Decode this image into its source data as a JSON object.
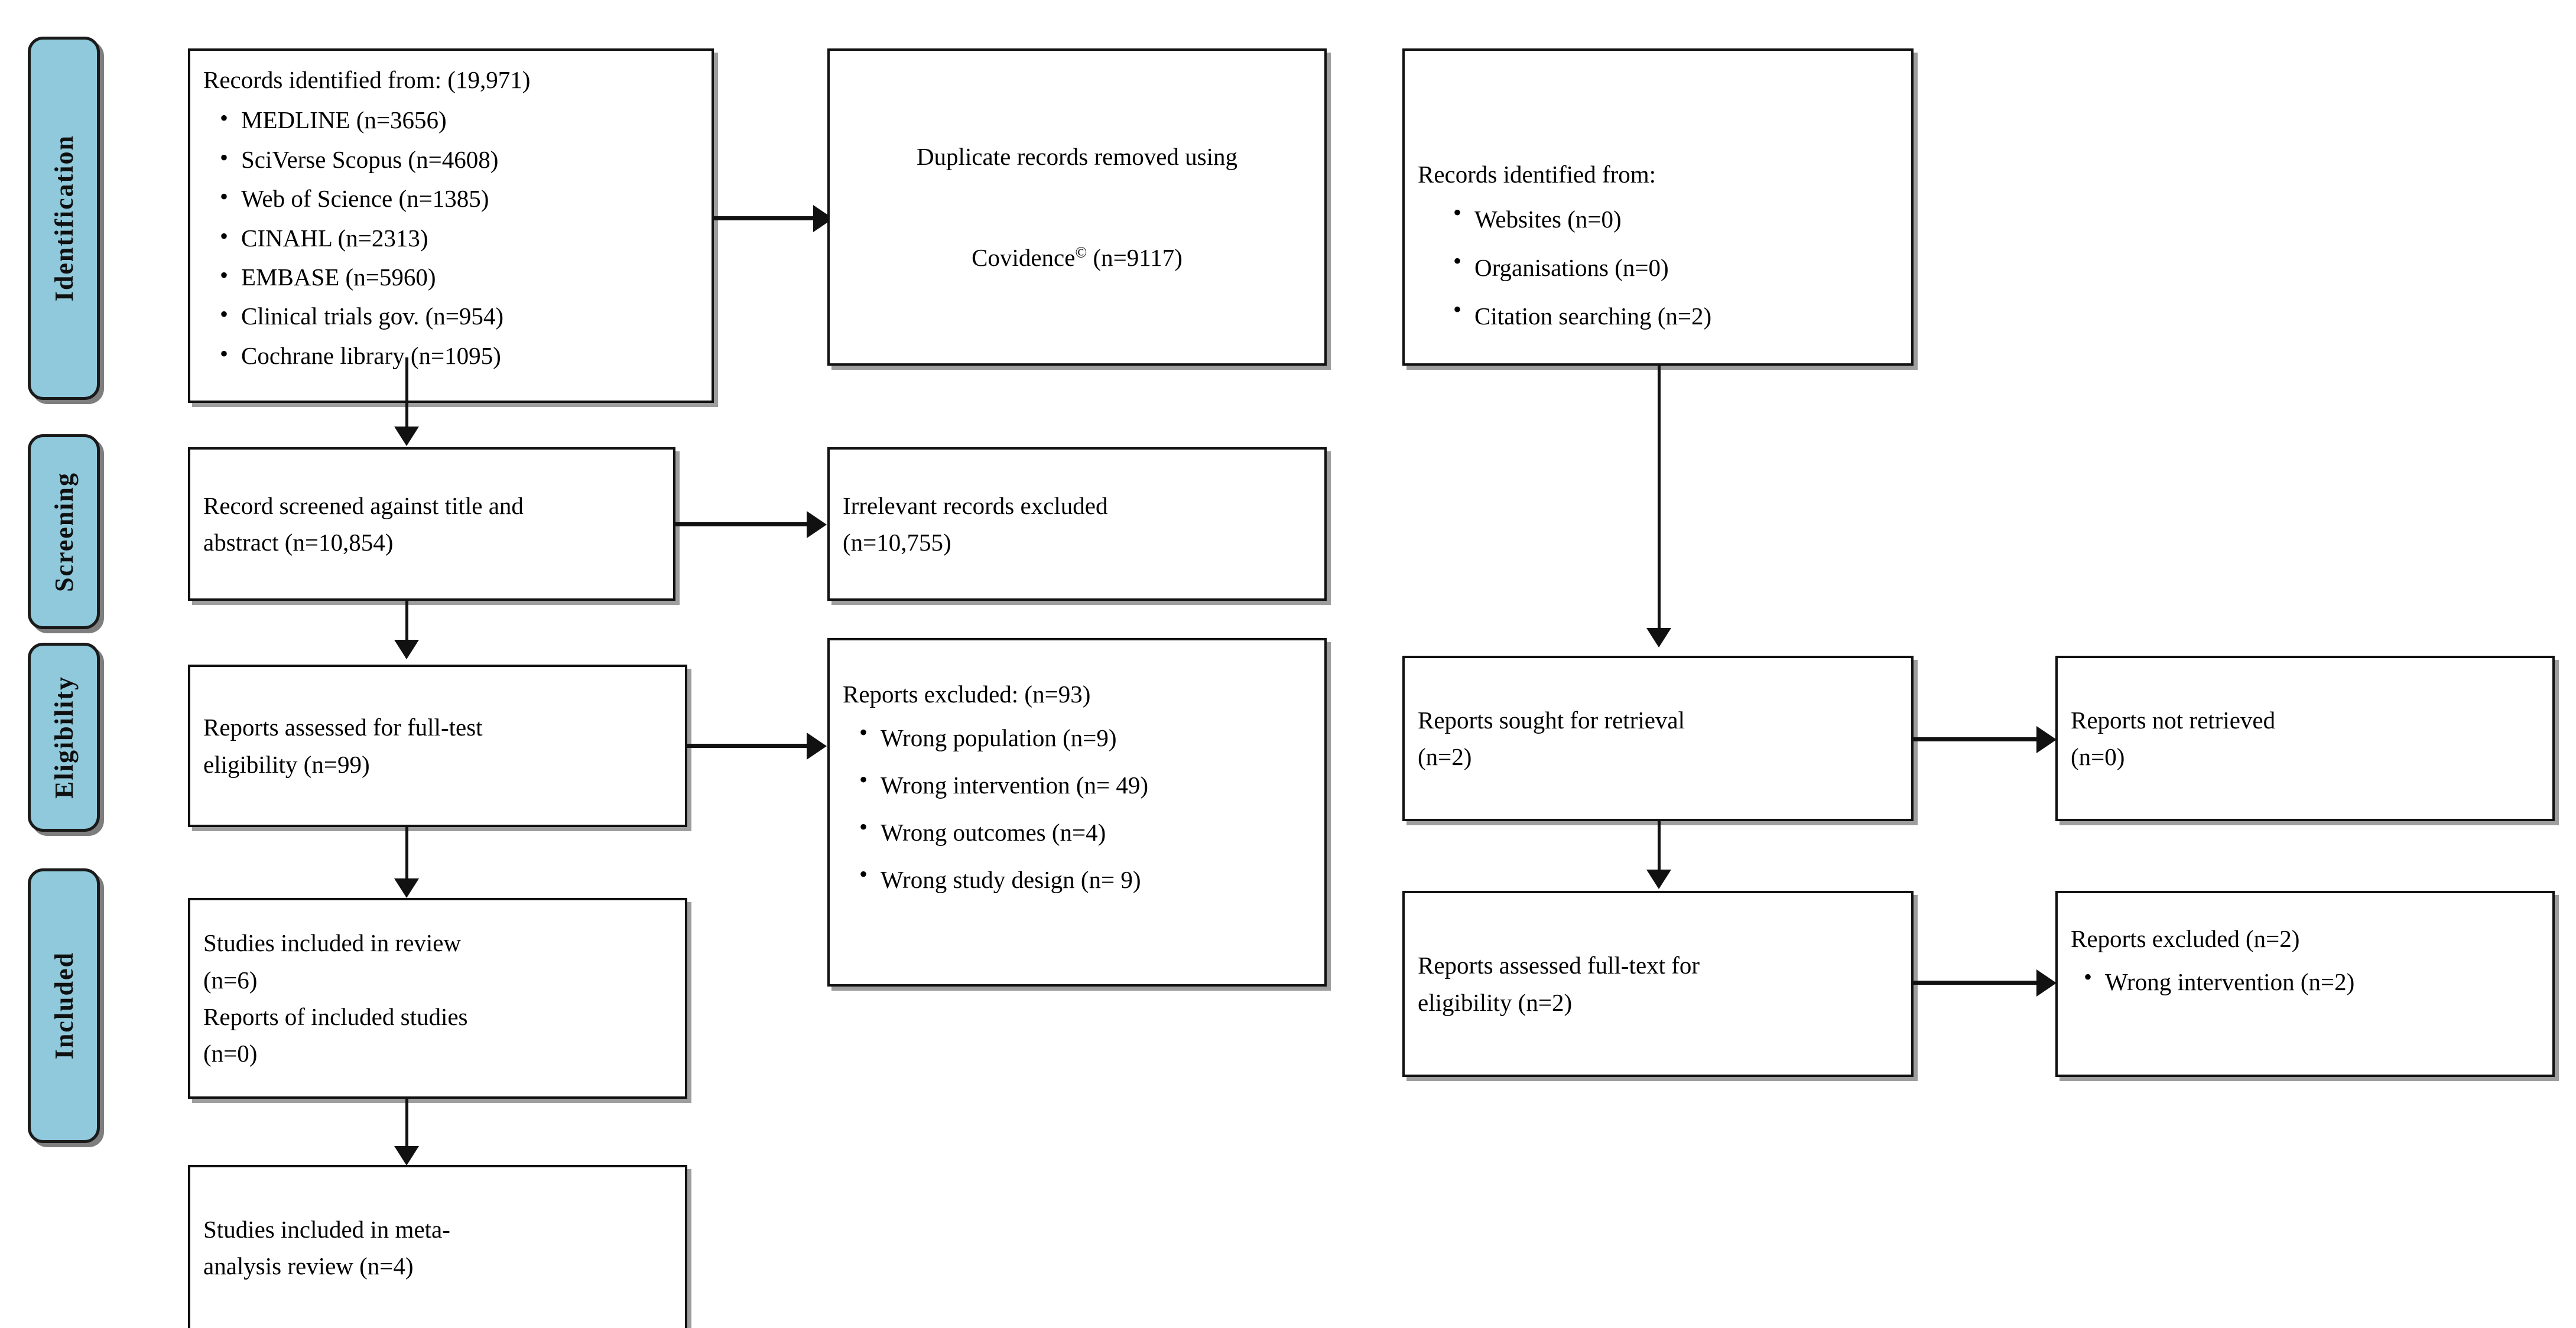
{
  "diagram": {
    "title": "PRISMA 2020 flow diagram",
    "accent_color": "#8FC9DB",
    "line_color": "#111111",
    "background": "#FFFFFF"
  },
  "stages": [
    {
      "id": "identification",
      "label": "Identification"
    },
    {
      "id": "screening",
      "label": "Screening"
    },
    {
      "id": "eligibility",
      "label": "Eligibility"
    },
    {
      "id": "included",
      "label": "Included"
    }
  ],
  "boxes": {
    "records_identified_databases": {
      "title": "Records identified from: (19,971)",
      "items": [
        "MEDLINE (n=3656)",
        "SciVerse Scopus (n=4608)",
        "Web of Science (n=1385)",
        "CINAHL (n=2313)",
        "EMBASE (n=5960)",
        "Clinical trials gov. (n=954)",
        "Cochrane library (n=1095)"
      ]
    },
    "duplicates_removed": {
      "line1": "Duplicate records removed using",
      "line2_prefix": "Covidence",
      "line2_sup": "©",
      "line2_suffix": " (n=9117)"
    },
    "records_identified_other": {
      "title": "Records identified from:",
      "items": [
        "Websites (n=0)",
        "Organisations (n=0)",
        "Citation searching (n=2)"
      ]
    },
    "records_screened": {
      "text": "Record screened against title and\nabstract (n=10,854)"
    },
    "irrelevant_excluded": {
      "text": "Irrelevant records excluded\n(n=10,755)"
    },
    "reports_assessed_eligibility": {
      "text": "Reports assessed for full-test\neligibility  (n=99)"
    },
    "reports_excluded": {
      "title": "Reports excluded:  (n=93)",
      "items": [
        "Wrong population (n=9)",
        "Wrong intervention (n= 49)",
        "Wrong outcomes (n=4)",
        "Wrong study design (n= 9)"
      ]
    },
    "studies_included_review": {
      "text": "Studies included in review\n(n=6)\nReports of included studies\n(n=0)"
    },
    "studies_included_meta": {
      "text": "Studies included in meta-\nanalysis review (n=4)"
    },
    "reports_sought_retrieval": {
      "text": "Reports sought for retrieval\n(n=2)"
    },
    "reports_not_retrieved": {
      "text": "Reports not retrieved\n(n=0)"
    },
    "reports_assessed_fulltext": {
      "text": "Reports assessed full-text for\neligibility  (n=2)"
    },
    "reports_excluded_other": {
      "title": "Reports excluded (n=2)",
      "items": [
        "Wrong intervention (n=2)"
      ]
    }
  }
}
